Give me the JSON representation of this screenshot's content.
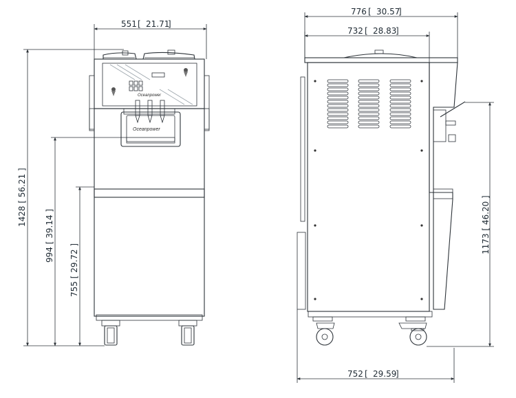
{
  "front_view": {
    "brand_label_top": "Oceanpower",
    "brand_label_dispenser": "Oceanpower",
    "dimensions": {
      "width": {
        "mm": "551",
        "inch": "21.71"
      },
      "total_height": {
        "mm": "1428",
        "inch": "56.21"
      },
      "dispenser_height": {
        "mm": "994",
        "inch": "39.14"
      },
      "drip_tray_height": {
        "mm": "755",
        "inch": "29.72"
      }
    }
  },
  "side_view": {
    "dimensions": {
      "overall_depth": {
        "mm": "776",
        "inch": "30.57"
      },
      "body_depth": {
        "mm": "732",
        "inch": "28.83"
      },
      "base_depth": {
        "mm": "752",
        "inch": "29.59"
      },
      "handle_height": {
        "mm": "1173",
        "inch": "46.20"
      }
    }
  }
}
